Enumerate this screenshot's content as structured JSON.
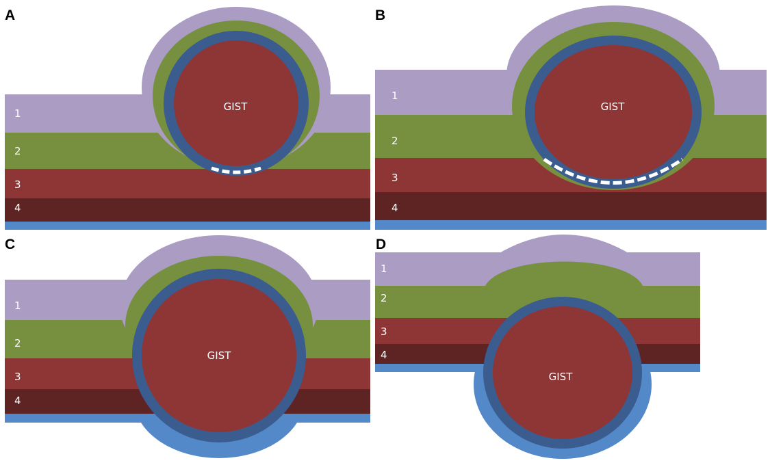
{
  "colors": {
    "layer_1": "#aa9cc2",
    "layer_2": "#76903f",
    "layer_3": "#8e3536",
    "layer_4": "#5e2424",
    "serosa": "#5388c9",
    "capsule": "#3b5c8e",
    "tumor": "#8e3536",
    "rupture_marker": "#ffffff"
  },
  "layer_numbers": [
    "1",
    "2",
    "3",
    "4"
  ],
  "tumor_label": "GIST",
  "panels": [
    {
      "id": "A",
      "label": "A"
    },
    {
      "id": "B",
      "label": "B"
    },
    {
      "id": "C",
      "label": "C"
    },
    {
      "id": "D",
      "label": "D"
    }
  ]
}
